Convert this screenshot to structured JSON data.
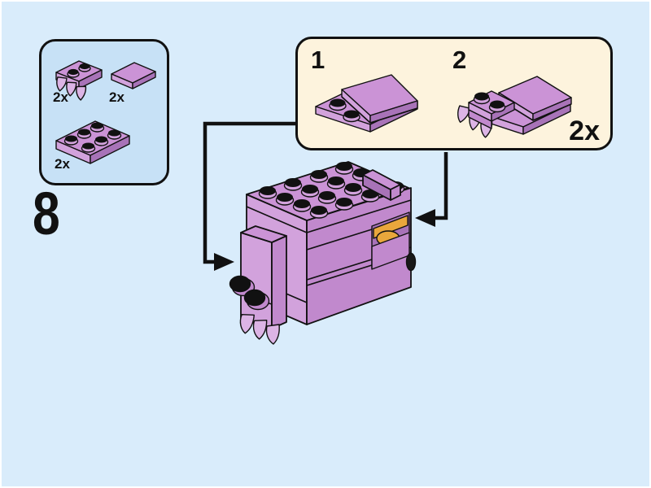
{
  "page": {
    "type": "lego-building-instructions-step",
    "step_number": "8"
  },
  "parts_panel": {
    "parts": [
      {
        "icon": "plate-1x2-with-three-teeth",
        "quantity": "2x"
      },
      {
        "icon": "tile-2x2",
        "quantity": "2x"
      },
      {
        "icon": "plate-2x3",
        "quantity": "2x"
      }
    ]
  },
  "substeps_panel": {
    "steps": [
      {
        "number": "1",
        "icon": "assembly-plate-2x3-with-tile-2x2"
      },
      {
        "number": "2",
        "icon": "assembly-with-teeth-plate-added"
      }
    ],
    "quantity": "2x"
  },
  "colors": {
    "background": "#d9ecfb",
    "parts_panel_background": "#c7e1f6",
    "substeps_panel_background": "#fdf3dd",
    "outline": "#111111",
    "brick_top": "#cb93d6",
    "brick_light": "#d2a2dc",
    "brick_mid": "#c189cd",
    "brick_dark": "#a873b8",
    "teeth_light": "#dcb4e5",
    "stud_black": "#111111",
    "gold": "#e9a73c"
  }
}
